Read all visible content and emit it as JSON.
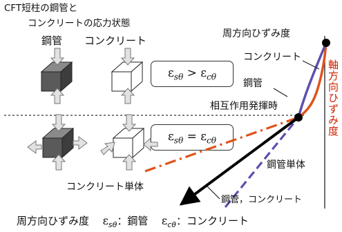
{
  "title_lines": [
    "CFT短柱の鋼管と",
    "コンクリートの応力状態"
  ],
  "column_headers": {
    "steel": "鋼管",
    "concrete": "コンクリート"
  },
  "conditions": {
    "upper": {
      "lhs": "ε",
      "lhs_sub": "sθ",
      "op": ">",
      "rhs": "ε",
      "rhs_sub": "cθ"
    },
    "lower": {
      "lhs": "ε",
      "lhs_sub": "sθ",
      "op": "=",
      "rhs": "ε",
      "rhs_sub": "cθ"
    }
  },
  "graph_labels": {
    "hoop_strain_axis": "周方向ひずみ度",
    "axial_strain_axis": "軸方向ひずみ度",
    "concrete_curve": "コンクリート",
    "steel_curve": "鋼管",
    "interaction_point": "相互作用発揮時",
    "steel_alone": "鋼管単体",
    "concrete_alone": "コンクリート単体",
    "steel_and_concrete": "鋼管，コンクリート"
  },
  "legend": {
    "prefix": "周方向ひずみ度",
    "items": [
      {
        "symbol": "ε",
        "sub": "sθ",
        "desc": "：鋼管"
      },
      {
        "symbol": "ε",
        "sub": "cθ",
        "desc": "：コンクリート"
      }
    ]
  },
  "colors": {
    "steel_block": "#5a5a5a",
    "concrete_block": "#ffffff",
    "arrow_fill": "#e2e2e2",
    "concrete_curve": "#e0521a",
    "steel_curve": "#5b4fb0",
    "axial_text": "#cc2200",
    "combined_line": "#000000"
  }
}
